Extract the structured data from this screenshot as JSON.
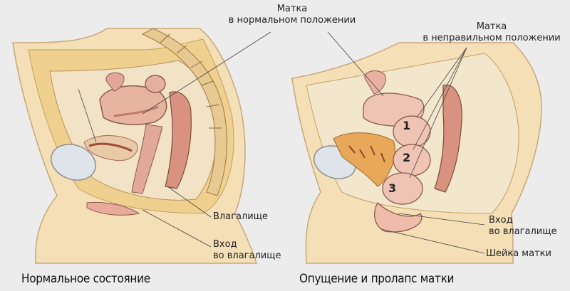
{
  "left_panel": {
    "uterus_label_line1": "Матка",
    "uterus_label_line2": "в нормальном положении",
    "vagina_label": "Влагалище",
    "entrance_label_line1": "Вход",
    "entrance_label_line2": "во влагалище",
    "caption": "Нормальное состояние"
  },
  "right_panel": {
    "uterus_label_line1": "Матка",
    "uterus_label_line2": "в неправильном положении",
    "stage_numbers": [
      "1",
      "2",
      "3"
    ],
    "entrance_label_line1": "Вход",
    "entrance_label_line2": "во влагалище",
    "cervix_label": "Шейка матки",
    "caption": "Опущение и пролапс матки"
  },
  "colors": {
    "background": "#ececec",
    "skin": "#f3dcb0",
    "fat": "#eecf87",
    "organ_pink": "#e9b8a8",
    "organ_dark": "#c98577",
    "bladder": "#dde3ea",
    "intestine": "#e8a85a"
  }
}
